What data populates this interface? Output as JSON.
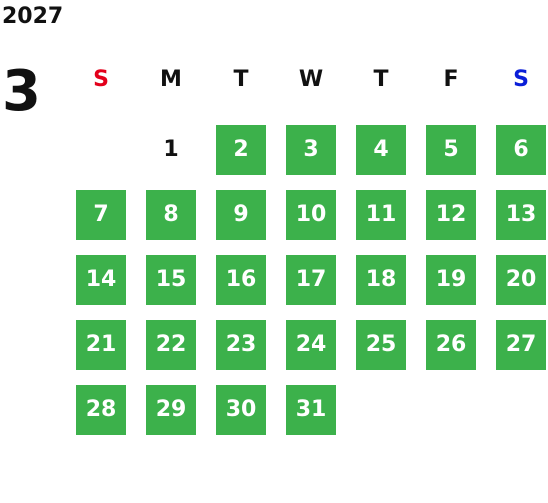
{
  "calendar": {
    "year": "2027",
    "month": "3",
    "weekdays": [
      {
        "label": "S",
        "color": "#e3001b"
      },
      {
        "label": "M",
        "color": "#111111"
      },
      {
        "label": "T",
        "color": "#111111"
      },
      {
        "label": "W",
        "color": "#111111"
      },
      {
        "label": "T",
        "color": "#111111"
      },
      {
        "label": "F",
        "color": "#111111"
      },
      {
        "label": "S",
        "color": "#0a1ed8"
      }
    ],
    "start_weekday": 1,
    "days": [
      {
        "label": "1",
        "highlighted": false
      },
      {
        "label": "2",
        "highlighted": true
      },
      {
        "label": "3",
        "highlighted": true
      },
      {
        "label": "4",
        "highlighted": true
      },
      {
        "label": "5",
        "highlighted": true
      },
      {
        "label": "6",
        "highlighted": true
      },
      {
        "label": "7",
        "highlighted": true
      },
      {
        "label": "8",
        "highlighted": true
      },
      {
        "label": "9",
        "highlighted": true
      },
      {
        "label": "10",
        "highlighted": true
      },
      {
        "label": "11",
        "highlighted": true
      },
      {
        "label": "12",
        "highlighted": true
      },
      {
        "label": "13",
        "highlighted": true
      },
      {
        "label": "14",
        "highlighted": true
      },
      {
        "label": "15",
        "highlighted": true
      },
      {
        "label": "16",
        "highlighted": true
      },
      {
        "label": "17",
        "highlighted": true
      },
      {
        "label": "18",
        "highlighted": true
      },
      {
        "label": "19",
        "highlighted": true
      },
      {
        "label": "20",
        "highlighted": true
      },
      {
        "label": "21",
        "highlighted": true
      },
      {
        "label": "22",
        "highlighted": true
      },
      {
        "label": "23",
        "highlighted": true
      },
      {
        "label": "24",
        "highlighted": true
      },
      {
        "label": "25",
        "highlighted": true
      },
      {
        "label": "26",
        "highlighted": true
      },
      {
        "label": "27",
        "highlighted": true
      },
      {
        "label": "28",
        "highlighted": true
      },
      {
        "label": "29",
        "highlighted": true
      },
      {
        "label": "30",
        "highlighted": true
      },
      {
        "label": "31",
        "highlighted": true
      }
    ],
    "highlight_color": "#3cb14b",
    "text_color": "#111111"
  }
}
